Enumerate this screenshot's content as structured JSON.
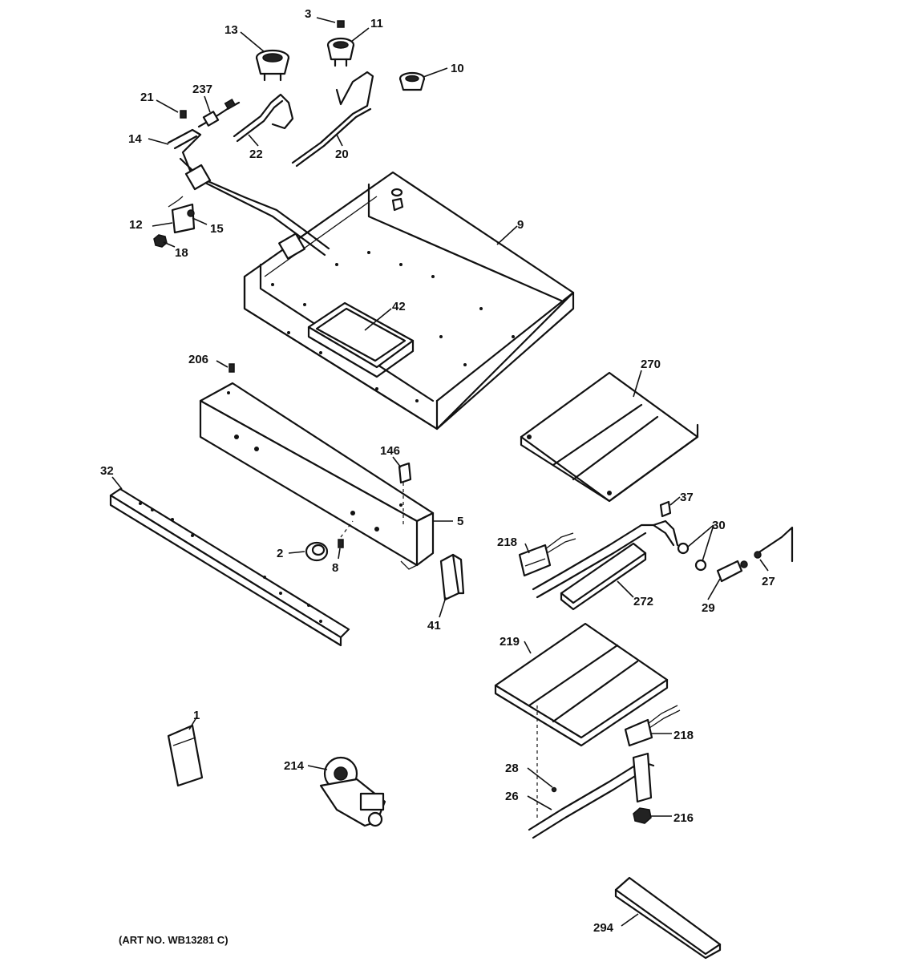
{
  "diagram": {
    "art_number": "(ART NO. WB13281 C)",
    "callouts": {
      "c1": "1",
      "c2": "2",
      "c3": "3",
      "c5": "5",
      "c8": "8",
      "c9": "9",
      "c10": "10",
      "c11": "11",
      "c12": "12",
      "c13": "13",
      "c14": "14",
      "c15": "15",
      "c18": "18",
      "c20": "20",
      "c21": "21",
      "c22": "22",
      "c26": "26",
      "c27": "27",
      "c28": "28",
      "c29": "29",
      "c30": "30",
      "c32": "32",
      "c37": "37",
      "c41": "41",
      "c42": "42",
      "c146": "146",
      "c206": "206",
      "c214": "214",
      "c216": "216",
      "c218a": "218",
      "c218b": "218",
      "c219": "219",
      "c237": "237",
      "c270": "270",
      "c272": "272",
      "c294": "294"
    }
  }
}
